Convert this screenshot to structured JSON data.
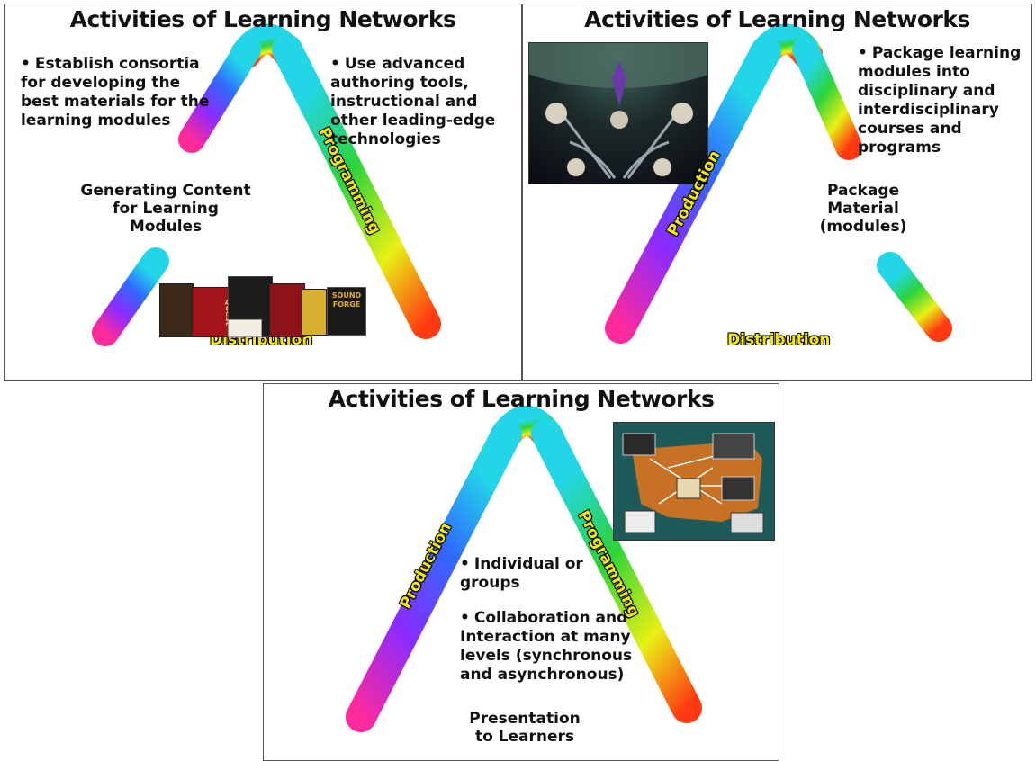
{
  "slides": [
    {
      "title": "Activities of Learning Networks",
      "bullets": [
        "Establish consortia for developing the best materials for the learning modules",
        "Use advanced authoring tools, instructional and other leading-edge technologies"
      ],
      "center_text": "Generating Content for Learning Modules",
      "side_labels": [
        "Programming",
        "Distribution"
      ],
      "box_labels": [
        "Quest",
        "SOUND FORGE"
      ]
    },
    {
      "title": "Activities of Learning Networks",
      "bullets": [
        "Package learning modules into disciplinary and interdisciplinary courses and programs"
      ],
      "center_text": "Package Material (modules)",
      "side_labels": [
        "Production",
        "Distribution"
      ]
    },
    {
      "title": "Activities of Learning Networks",
      "bullets": [
        "Individual or groups",
        "Collaboration and Interaction at many levels (synchronous and asynchronous)"
      ],
      "center_text": "Presentation to Learners",
      "side_labels": [
        "Production",
        "Programming"
      ]
    }
  ]
}
